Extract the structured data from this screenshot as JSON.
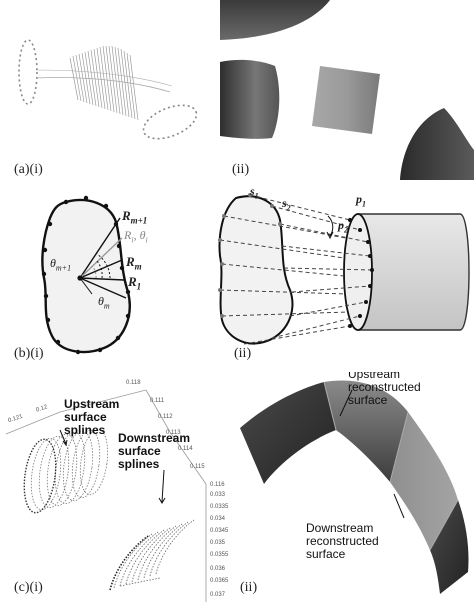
{
  "labels": {
    "a_i": "(a)(i)",
    "a_ii": "(ii)",
    "b_i": "(b)(i)",
    "b_ii": "(ii)",
    "c_i": "(c)(i)",
    "c_ii": "(ii)"
  },
  "panel_b_i": {
    "R_m1_base": "R",
    "R_m1_sub": "m+1",
    "R_i_base": "R",
    "R_i_sub": "i",
    "theta_i": "θ",
    "theta_i_sub": "i",
    "R_m_base": "R",
    "R_m_sub": "m",
    "R_1_base": "R",
    "R_1_sub": "1",
    "theta_m1_base": "θ",
    "theta_m1_sub": "m+1",
    "theta_m_base": "θ",
    "theta_m_sub": "m"
  },
  "panel_b_ii": {
    "s1_base": "s",
    "s1_sub": "1",
    "s2_base": "s",
    "s2_sub": "2",
    "p1_base": "p",
    "p1_sub": "1",
    "p2_base": "p",
    "p2_sub": "2"
  },
  "panel_c_i": {
    "upstream": [
      "Upstream",
      "surface",
      "splines"
    ],
    "downstream": [
      "Downstream",
      "surface",
      "splines"
    ],
    "ticks": [
      "0.118",
      "0.111",
      "0.112",
      "0.113",
      "0.114",
      "0.115",
      "0.116",
      "0.033",
      "0.0335",
      "0.034",
      "0.0345",
      "0.035",
      "0.0355",
      "0.036",
      "0.0365",
      "0.037",
      "0.12",
      "0.121"
    ]
  },
  "panel_c_ii": {
    "upstream": [
      "Upstream",
      "reconstructed",
      "surface"
    ],
    "downstream": [
      "Downstream",
      "reconstructed",
      "surface"
    ]
  }
}
